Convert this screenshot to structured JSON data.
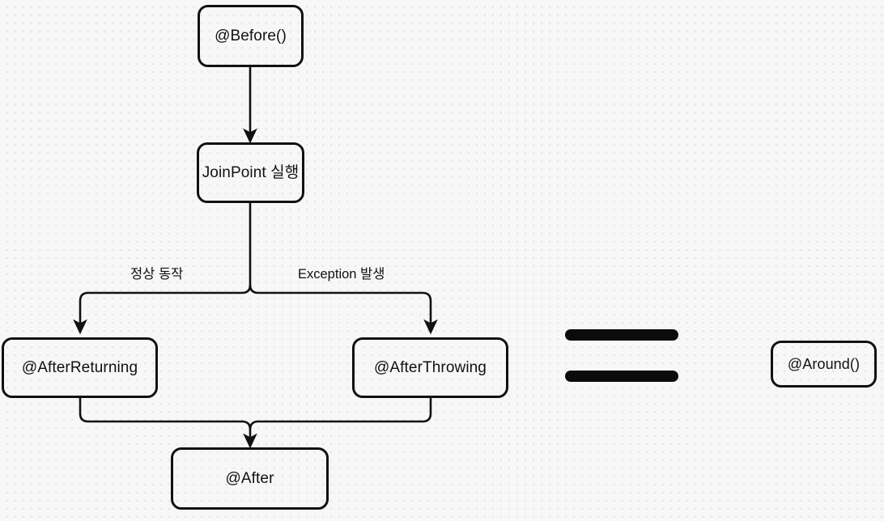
{
  "diagram": {
    "type": "flowchart",
    "title": "Spring AOP advice execution flow",
    "background_color": "#f7f7f7",
    "line_color": "#111111",
    "nodes": [
      {
        "id": "before",
        "label": "@Before()",
        "shape": "rounded-rect"
      },
      {
        "id": "joinpoint",
        "label": "JoinPoint 실행",
        "shape": "rounded-rect"
      },
      {
        "id": "afterreturning",
        "label": "@AfterReturning",
        "shape": "rounded-rect"
      },
      {
        "id": "afterthrowing",
        "label": "@AfterThrowing",
        "shape": "rounded-rect"
      },
      {
        "id": "after",
        "label": "@After",
        "shape": "rounded-rect"
      },
      {
        "id": "around",
        "label": "@Around()",
        "shape": "rounded-rect"
      }
    ],
    "edge_labels": {
      "normal": "정상 동작",
      "exception": "Exception 발생"
    },
    "equals": {
      "symbol": "=",
      "meaning": "equals-sign"
    },
    "edges": [
      {
        "from": "before",
        "to": "joinpoint",
        "label": ""
      },
      {
        "from": "joinpoint",
        "to": "afterreturning",
        "label": "정상 동작"
      },
      {
        "from": "joinpoint",
        "to": "afterthrowing",
        "label": "Exception 발생"
      },
      {
        "from": "afterreturning",
        "to": "after",
        "label": ""
      },
      {
        "from": "afterthrowing",
        "to": "after",
        "label": ""
      }
    ]
  }
}
